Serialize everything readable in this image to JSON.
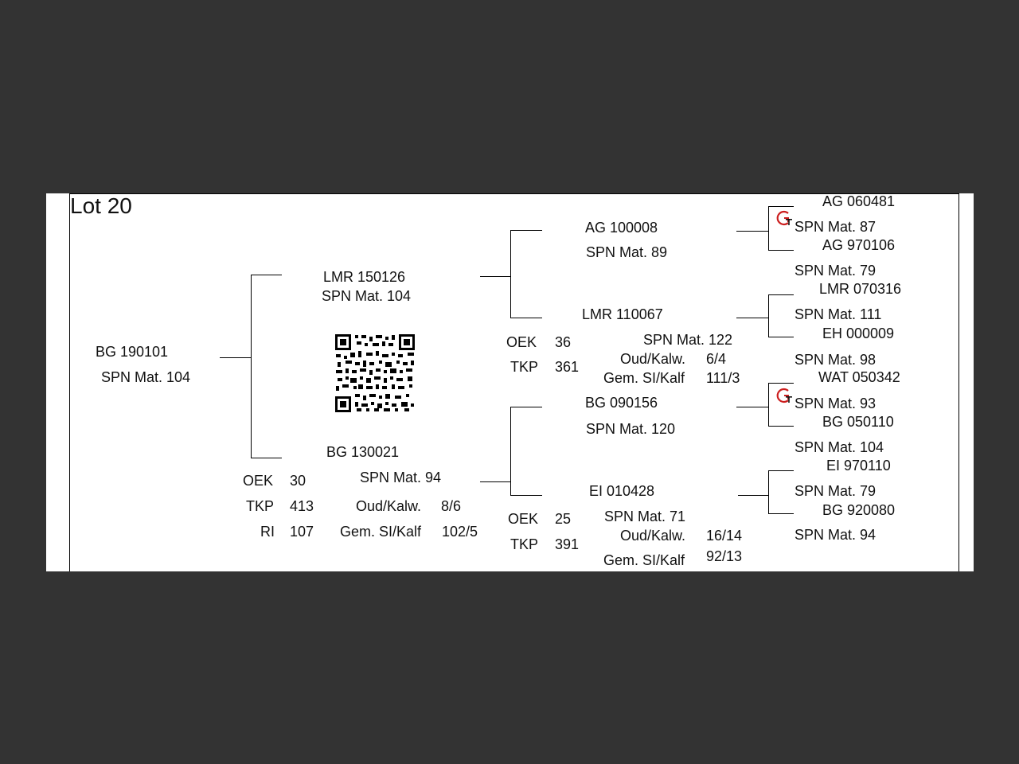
{
  "lot_title": "Lot 20",
  "subject": {
    "id": "BG  190101",
    "mat": "SPN Mat. 104"
  },
  "sire": {
    "id": "LMR 150126",
    "mat": "SPN Mat. 104"
  },
  "dam": {
    "id": "BG  130021",
    "mat": "SPN Mat. 94",
    "stats": {
      "oek_label": "OEK",
      "oek": "30",
      "tkp_label": "TKP",
      "tkp": "413",
      "ri_label": "RI",
      "ri": "107",
      "oud_label": "Oud/Kalw.",
      "oud": "8/6",
      "gem_label": "Gem. SI/Kalf",
      "gem": "102/5"
    }
  },
  "sire_sire": {
    "id": "AG  100008",
    "mat": "SPN Mat. 89"
  },
  "sire_dam": {
    "id": "LMR 110067",
    "mat": "SPN Mat. 122",
    "stats": {
      "oek_label": "OEK",
      "oek": "36",
      "tkp_label": "TKP",
      "tkp": "361",
      "oud_label": "Oud/Kalw.",
      "oud": "6/4",
      "gem_label": "Gem. SI/Kalf",
      "gem": "111/3"
    }
  },
  "dam_sire": {
    "id": "BG  090156",
    "mat": "SPN Mat. 120"
  },
  "dam_dam": {
    "id": "EI  010428",
    "mat": "SPN Mat. 71",
    "stats": {
      "oek_label": "OEK",
      "oek": "25",
      "tkp_label": "TKP",
      "tkp": "391",
      "oud_label": "Oud/Kalw.",
      "oud": "16/14",
      "gem_label": "Gem. SI/Kalf",
      "gem": "92/13"
    }
  },
  "gen3": [
    {
      "id": "AG  060481",
      "mat": "SPN Mat. 87"
    },
    {
      "id": "AG  970106",
      "mat": "SPN Mat. 79"
    },
    {
      "id": "LMR 070316",
      "mat": "SPN Mat. 111"
    },
    {
      "id": "EH  000009",
      "mat": "SPN Mat. 98"
    },
    {
      "id": "WAT 050342",
      "mat": "SPN Mat. 93"
    },
    {
      "id": "BG  050110",
      "mat": "SPN Mat. 104"
    },
    {
      "id": "EI  970110",
      "mat": "SPN Mat. 79"
    },
    {
      "id": "BG  920080",
      "mat": "SPN Mat. 94"
    }
  ],
  "icons": {
    "logo": "gt-logo-icon",
    "qr": "qr-code"
  },
  "colors": {
    "background": "#333333",
    "page": "#ffffff",
    "text": "#111111",
    "logo_red": "#cc1f1f"
  }
}
